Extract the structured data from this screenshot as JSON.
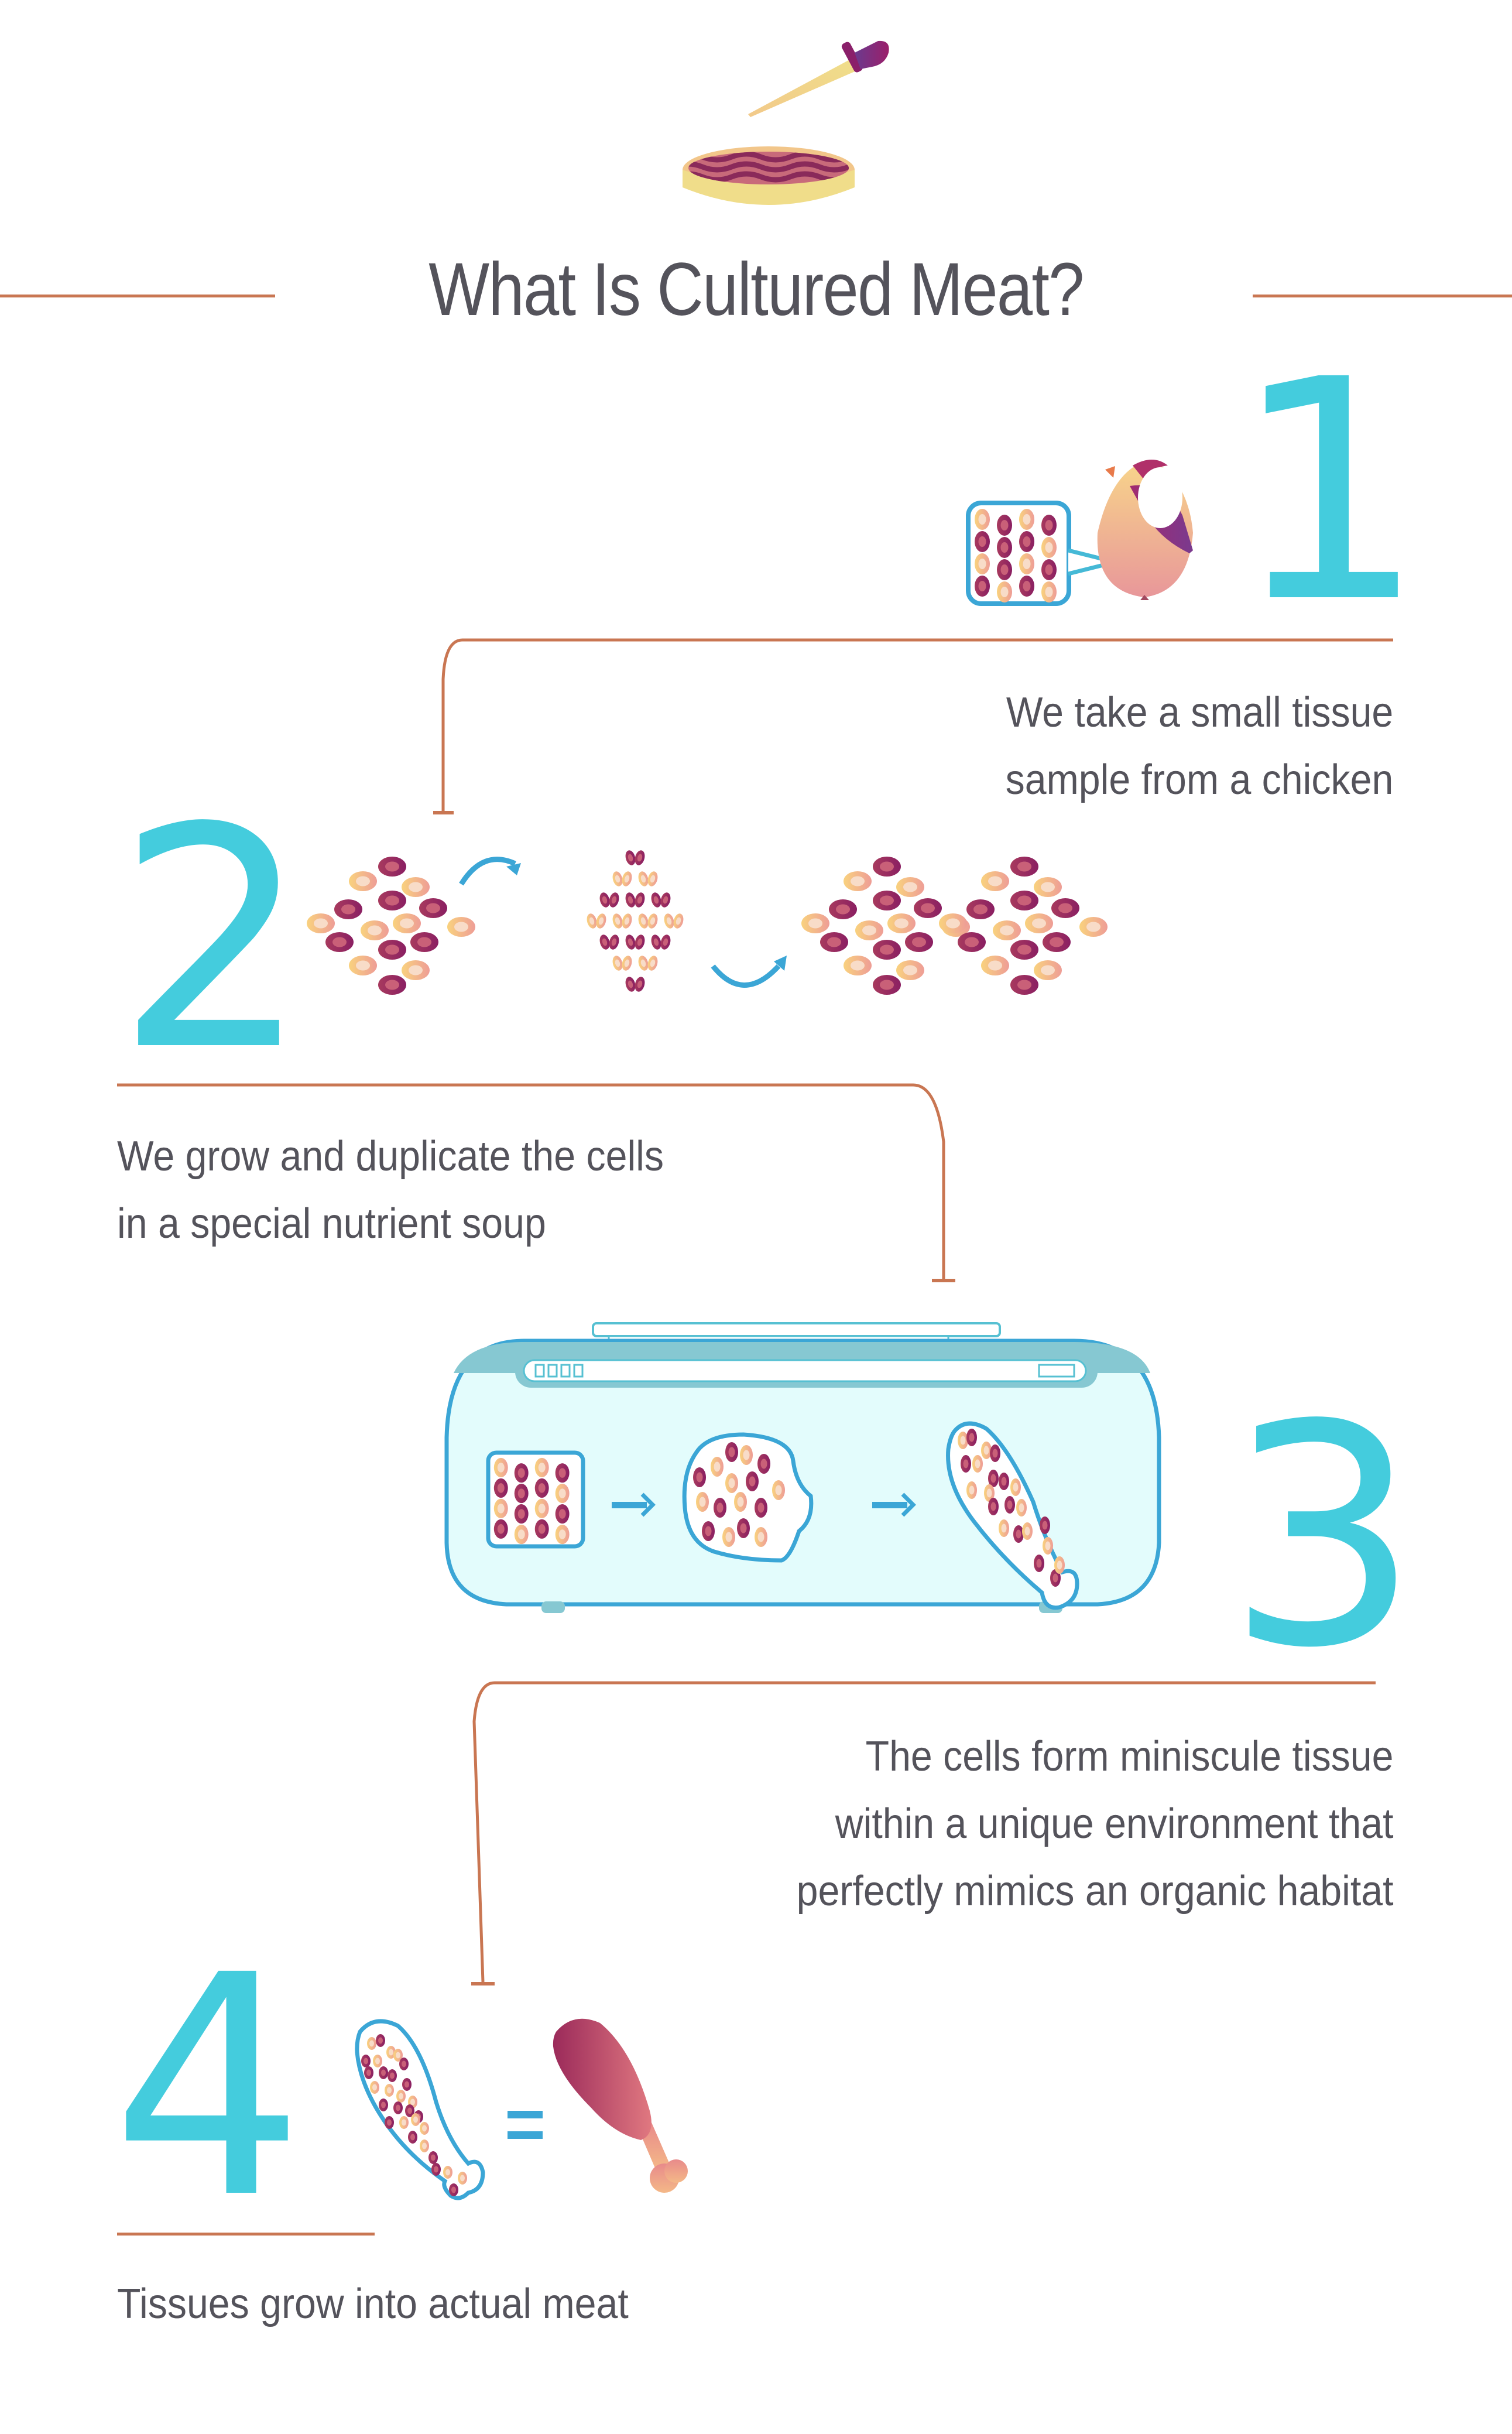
{
  "title": "What Is Cultured Meat?",
  "colors": {
    "accent_number": "#44CCDD",
    "rule": "#C97652",
    "text": "#54535B",
    "cell_dark": "#9B2F5A",
    "cell_light": "#F6B98A",
    "outline_blue": "#3BA6D6",
    "incubator_fill": "#E3FCFC",
    "incubator_band": "#86C8D2"
  },
  "steps": [
    {
      "number": "1",
      "lines": [
        "We take a small tissue",
        "sample from a chicken"
      ],
      "illustration": "chicken-with-cell-sample"
    },
    {
      "number": "2",
      "lines": [
        "We grow and duplicate the cells",
        "in a special nutrient soup"
      ],
      "illustration": "cell-duplication"
    },
    {
      "number": "3",
      "lines": [
        "The cells form miniscule tissue",
        "within a unique environment that",
        "perfectly mimics an organic habitat"
      ],
      "illustration": "incubator-tissue-growth"
    },
    {
      "number": "4",
      "lines": [
        "Tissues grow into actual meat"
      ],
      "illustration": "drumstick-equals-meat",
      "equals_sign": "="
    }
  ],
  "header_illustration": "petri-dish-with-dropper"
}
